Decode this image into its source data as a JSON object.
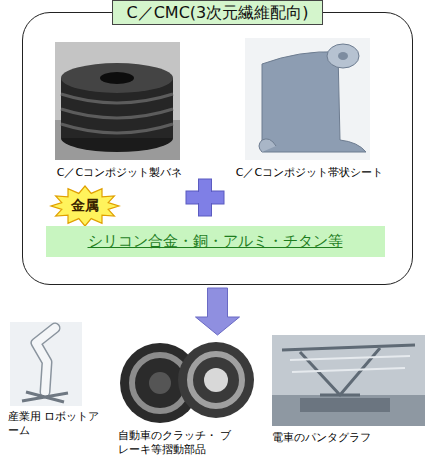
{
  "diagram": {
    "nodes": [
      {
        "text": [
          "C／CMC(3次元繊維配向)"
        ]
      },
      {
        "text": [
          "C／Cコンポジット製バネ"
        ],
        "in": 0
      },
      {
        "text": [
          "C／Cコンポジット帯状シート"
        ],
        "in": 0
      },
      {
        "text": [
          "金属"
        ],
        "in": 0
      },
      {
        "text": [
          "シリコン合金・銅・アルミ・チタン等"
        ],
        "in": 0
      },
      {
        "text": [
          "産業用 ロボットアーム"
        ]
      },
      {
        "text": [
          "自動車のクラッチ・ ブレーキ等摺動部品"
        ]
      },
      {
        "text": [
          "電車のパンタグラフ"
        ]
      }
    ],
    "edges": [
      {
        "from": 0,
        "to": 6,
        "arrow": "to"
      }
    ]
  }
}
